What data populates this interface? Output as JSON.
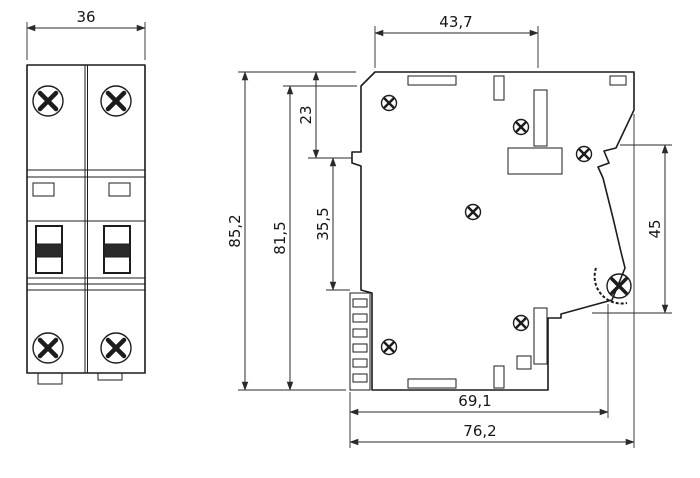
{
  "colors": {
    "background": "#ffffff",
    "line": "#1c1c1c",
    "dim": "#2a2a2a"
  },
  "front_view": {
    "width": "36"
  },
  "side_view": {
    "top_depth": "43,7",
    "height_total": "85,2",
    "height_body": "81,5",
    "rail_offset_top": "23",
    "rail_span": "35,5",
    "back_height": "45",
    "depth_terminal": "69,1",
    "depth_total": "76,2"
  }
}
